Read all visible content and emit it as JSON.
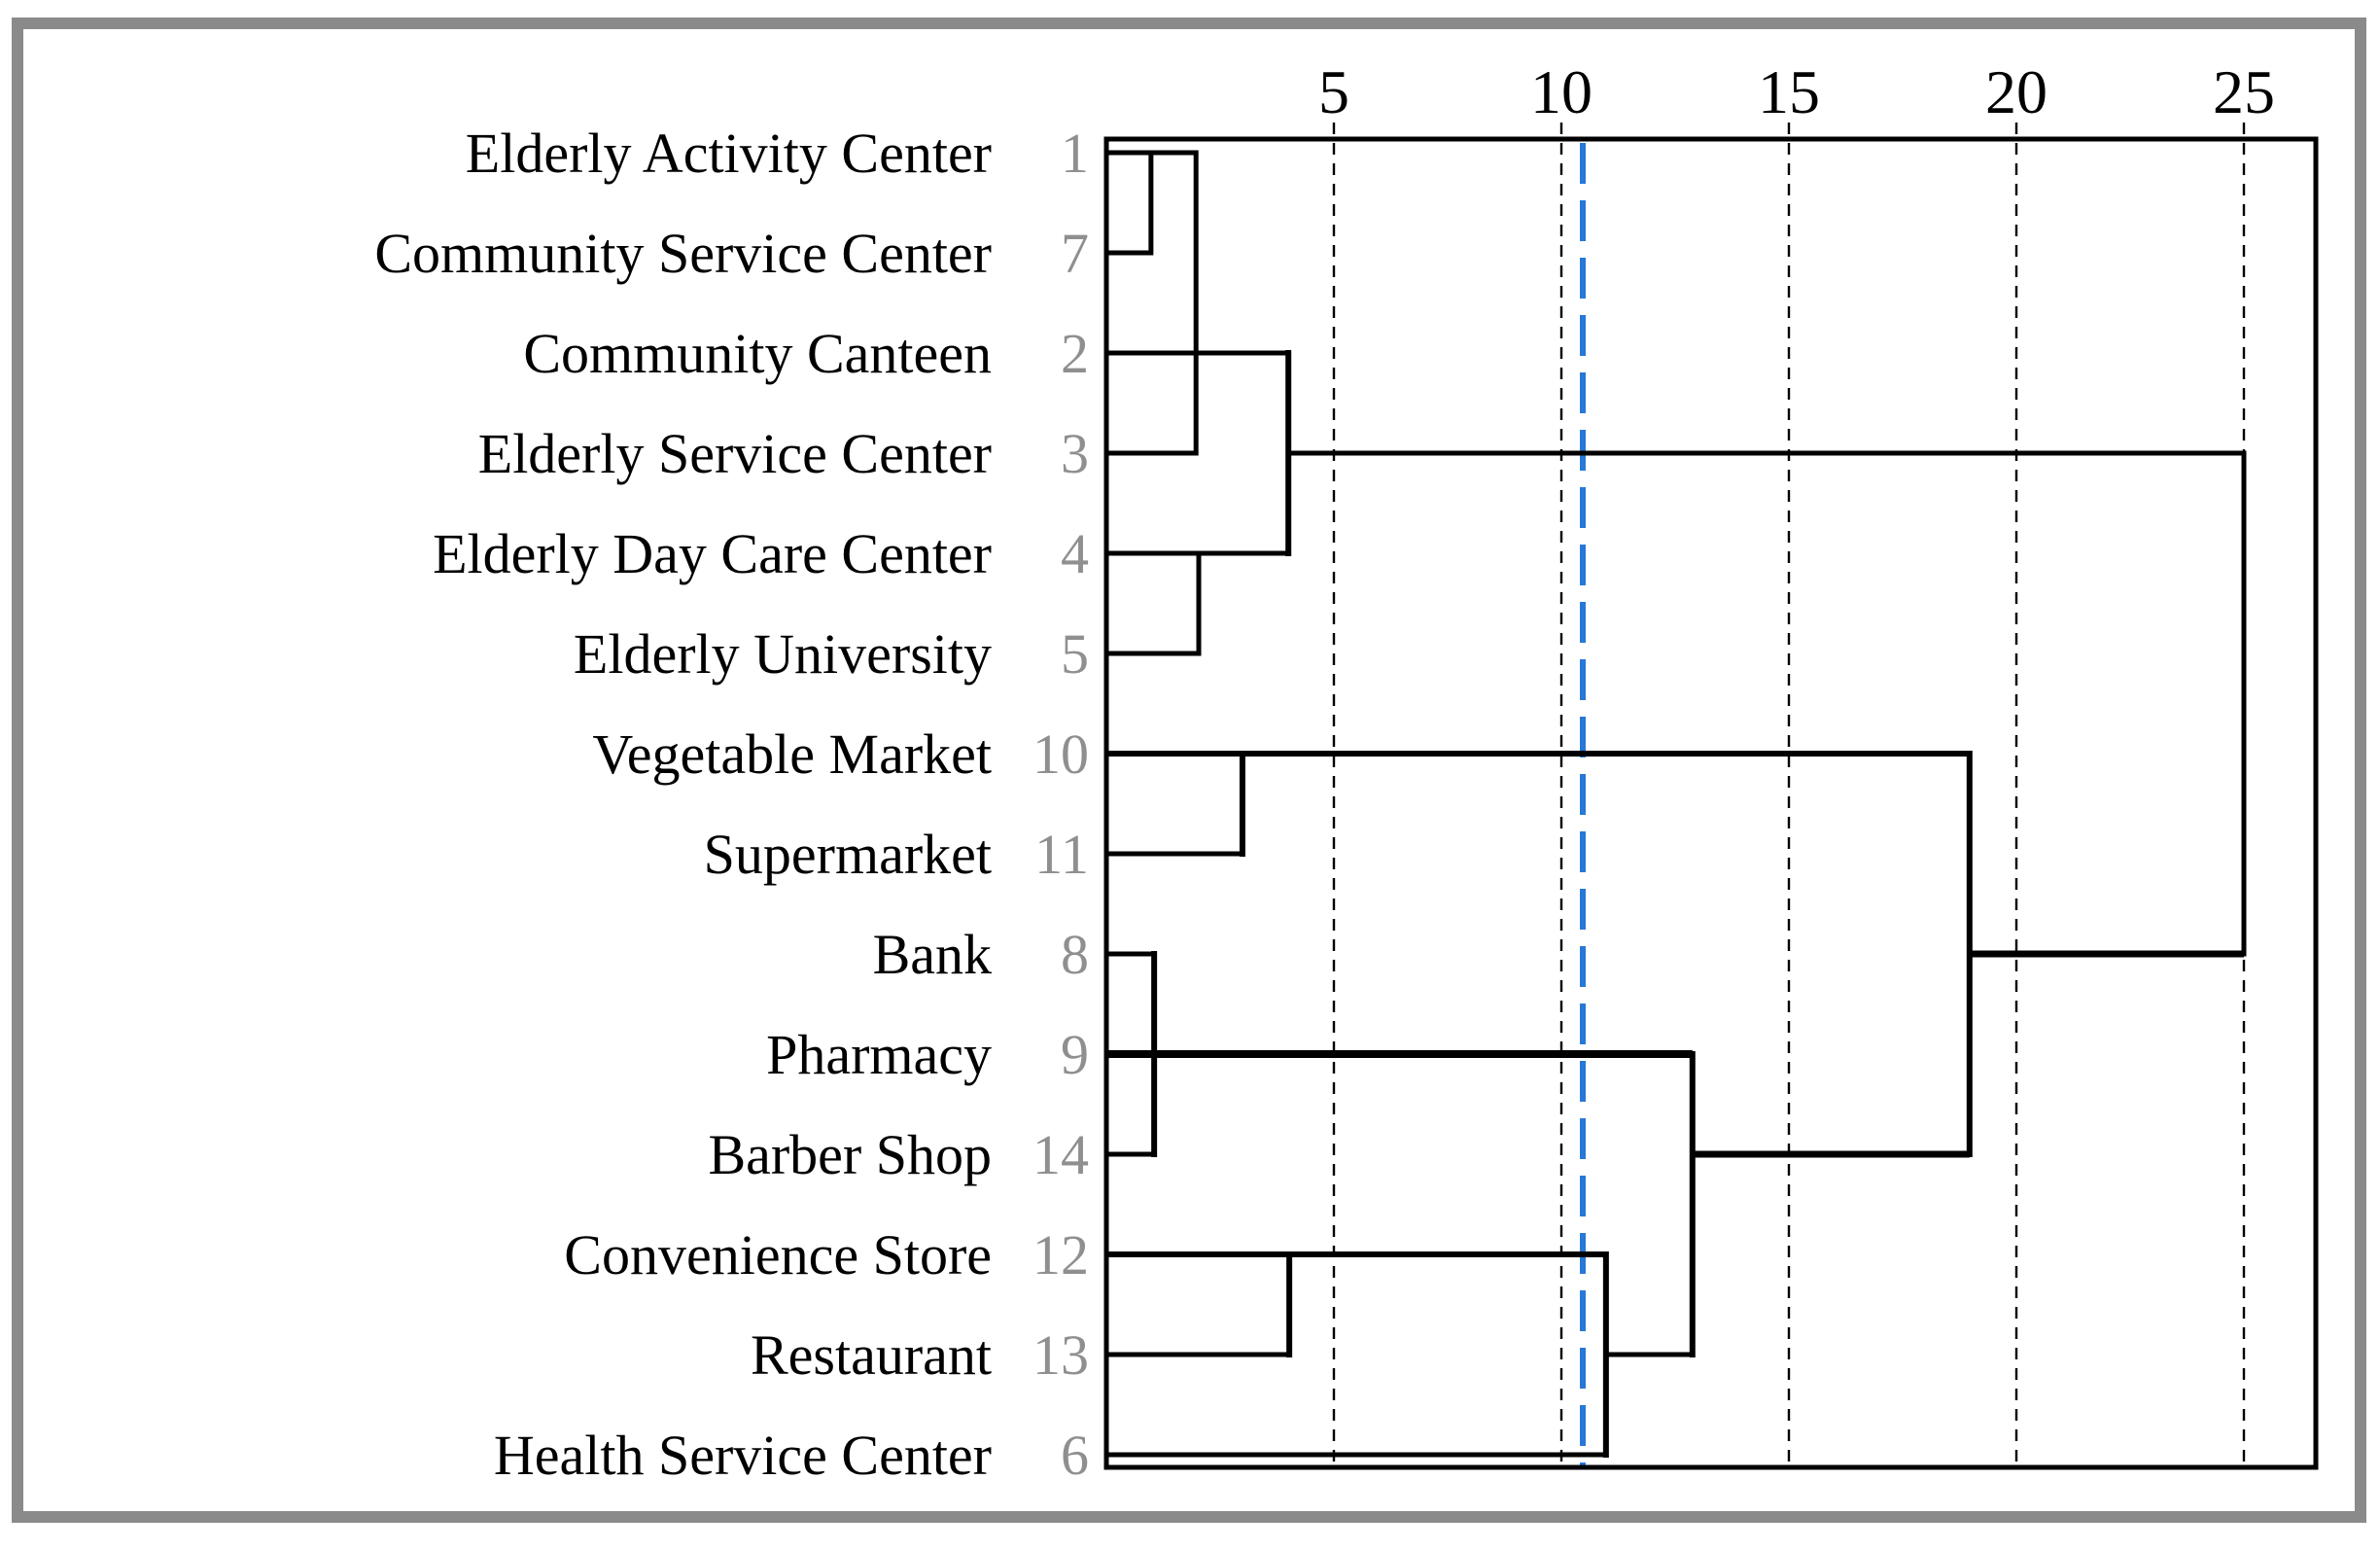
{
  "figure": {
    "background": "#ffffff",
    "border_color": "#8a8a8a",
    "plot_border_color": "#000000",
    "line_color": "#000000",
    "leaf_id_color": "#8f8f8f",
    "label_color": "#000000"
  },
  "chart_data": {
    "type": "dendrogram",
    "orientation": "horizontal-leaves-left",
    "title": "",
    "xlabel": "",
    "ylabel": "",
    "axis": {
      "position": "top",
      "ticks": [
        5,
        10,
        15,
        20,
        25
      ],
      "range": [
        0,
        26.6
      ],
      "gridlines": "dashed-vertical"
    },
    "cut_line": {
      "value": 10.47,
      "color": "#2878d8",
      "style": "dashed",
      "clusters_formed": 5
    },
    "leaves": [
      {
        "label": "Elderly Activity Center",
        "id": "1"
      },
      {
        "label": "Community Service Center",
        "id": "7"
      },
      {
        "label": "Community Canteen",
        "id": "2"
      },
      {
        "label": "Elderly Service Center",
        "id": "3"
      },
      {
        "label": "Elderly Day Care Center",
        "id": "4"
      },
      {
        "label": "Elderly University",
        "id": "5"
      },
      {
        "label": "Vegetable Market",
        "id": "10"
      },
      {
        "label": "Supermarket",
        "id": "11"
      },
      {
        "label": "Bank",
        "id": "8"
      },
      {
        "label": "Pharmacy",
        "id": "9"
      },
      {
        "label": "Barber Shop",
        "id": "14"
      },
      {
        "label": "Convenience Store",
        "id": "12"
      },
      {
        "label": "Restaurant",
        "id": "13"
      },
      {
        "label": "Health Service Center",
        "id": "6"
      }
    ],
    "merges": [
      {
        "members": [
          "Elderly Activity Center",
          "Community Service Center"
        ],
        "distance": 0.98
      },
      {
        "members": [
          "Bank",
          "Pharmacy",
          "Barber Shop"
        ],
        "distance": 1.05
      },
      {
        "members": [
          "{1,7}",
          "Community Canteen",
          "Elderly Service Center"
        ],
        "distance": 2.0
      },
      {
        "members": [
          "Elderly Day Care Center",
          "Elderly University"
        ],
        "distance": 2.03
      },
      {
        "members": [
          "Vegetable Market",
          "Supermarket"
        ],
        "distance": 2.99
      },
      {
        "members": [
          "{1,7,2,3}",
          "{4,5}"
        ],
        "distance": 4.0
      },
      {
        "members": [
          "Convenience Store",
          "Restaurant"
        ],
        "distance": 4.02
      },
      {
        "members": [
          "{12,13}",
          "Health Service Center"
        ],
        "distance": 10.98
      },
      {
        "members": [
          "{8,9,14}",
          "{12,13,6}"
        ],
        "distance": 12.88
      },
      {
        "members": [
          "{10,11}",
          "{8,9,14,12,13,6}"
        ],
        "distance": 18.97
      },
      {
        "members": [
          "{1,7,2,3,4,5}",
          "{10,11,8,9,14,12,13,6}"
        ],
        "distance": 25.0
      }
    ],
    "draw": {
      "h_segments": [
        {
          "row": 0,
          "d0": 0,
          "d1": 1.97,
          "w": 5
        },
        {
          "row": 1,
          "d0": 0,
          "d1": 0.98,
          "w": 5
        },
        {
          "row": 2,
          "d0": 0,
          "d1": 4.0,
          "w": 5
        },
        {
          "row": 3,
          "d0": 0,
          "d1": 1.97,
          "w": 5
        },
        {
          "row": 3,
          "d0": 4.0,
          "d1": 25.0,
          "w": 5
        },
        {
          "row": 4,
          "d0": 0,
          "d1": 4.0,
          "w": 5
        },
        {
          "row": 5,
          "d0": 0,
          "d1": 2.03,
          "w": 5
        },
        {
          "row": 6,
          "d0": 0,
          "d1": 18.97,
          "w": 6
        },
        {
          "row": 7,
          "d0": 0,
          "d1": 2.99,
          "w": 5
        },
        {
          "row": 8,
          "d0": 0,
          "d1": 1.05,
          "w": 5
        },
        {
          "row": 8,
          "d0": 18.97,
          "d1": 25.0,
          "w": 7
        },
        {
          "row": 9,
          "d0": 0,
          "d1": 12.88,
          "w": 8
        },
        {
          "row": 10,
          "d0": 0,
          "d1": 1.05,
          "w": 5
        },
        {
          "row": 10,
          "d0": 12.88,
          "d1": 18.97,
          "w": 7
        },
        {
          "row": 11,
          "d0": 0,
          "d1": 10.98,
          "w": 6
        },
        {
          "row": 12,
          "d0": 0,
          "d1": 4.02,
          "w": 5
        },
        {
          "row": 12,
          "d0": 10.98,
          "d1": 12.88,
          "w": 5
        },
        {
          "row": 13,
          "d0": 0,
          "d1": 10.98,
          "w": 5
        }
      ],
      "v_segments": [
        {
          "d": 0.98,
          "r0": 0,
          "r1": 1,
          "w": 5
        },
        {
          "d": 1.97,
          "r0": 0,
          "r1": 3,
          "w": 5
        },
        {
          "d": 2.03,
          "r0": 4,
          "r1": 5,
          "w": 5
        },
        {
          "d": 4.0,
          "r0": 2,
          "r1": 4,
          "w": 6
        },
        {
          "d": 2.99,
          "r0": 6,
          "r1": 7,
          "w": 6
        },
        {
          "d": 1.05,
          "r0": 8,
          "r1": 10,
          "w": 6
        },
        {
          "d": 4.02,
          "r0": 11,
          "r1": 12,
          "w": 6
        },
        {
          "d": 10.98,
          "r0": 11,
          "r1": 13,
          "w": 6
        },
        {
          "d": 12.88,
          "r0": 9,
          "r1": 12,
          "w": 6
        },
        {
          "d": 18.97,
          "r0": 6,
          "r1": 10,
          "w": 6
        },
        {
          "d": 25.0,
          "r0": 3,
          "r1": 8,
          "w": 5
        }
      ]
    }
  }
}
